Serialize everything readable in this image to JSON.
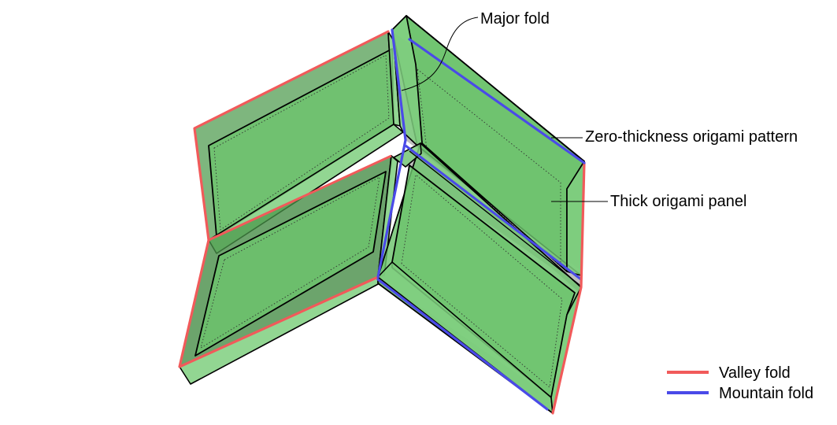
{
  "annotations": {
    "major_fold": "Major fold",
    "zero_thickness": "Zero-thickness origami pattern",
    "thick_panel": "Thick origami panel"
  },
  "legend": {
    "valley": {
      "label": "Valley fold",
      "color": "#f15a5a"
    },
    "mountain": {
      "label": "Mountain fold",
      "color": "#4a4ae8"
    }
  },
  "colors": {
    "panel_fill": "#6cc36c",
    "shadow_fill": "#8a8a8a"
  }
}
